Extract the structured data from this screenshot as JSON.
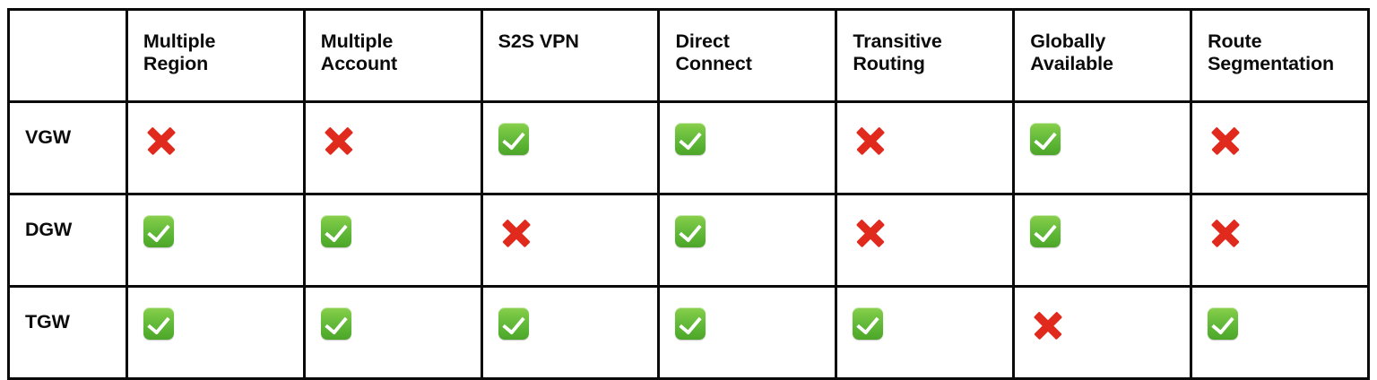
{
  "table": {
    "corner_label": "",
    "columns": [
      {
        "id": "multiple-region",
        "label": "Multiple\nRegion"
      },
      {
        "id": "multiple-account",
        "label": "Multiple\nAccount"
      },
      {
        "id": "s2s-vpn",
        "label": "S2S VPN"
      },
      {
        "id": "direct-connect",
        "label": "Direct\nConnect"
      },
      {
        "id": "transitive-routing",
        "label": "Transitive\nRouting"
      },
      {
        "id": "globally-available",
        "label": "Globally\nAvailable"
      },
      {
        "id": "route-segmentation",
        "label": "Route\nSegmentation"
      }
    ],
    "rows": [
      {
        "id": "vgw",
        "label": "VGW",
        "cells": [
          "no",
          "no",
          "yes",
          "yes",
          "no",
          "yes",
          "no"
        ]
      },
      {
        "id": "dgw",
        "label": "DGW",
        "cells": [
          "yes",
          "yes",
          "no",
          "yes",
          "no",
          "yes",
          "no"
        ]
      },
      {
        "id": "tgw",
        "label": "TGW",
        "cells": [
          "yes",
          "yes",
          "yes",
          "yes",
          "yes",
          "no",
          "yes"
        ]
      }
    ],
    "icons": {
      "yes": {
        "name": "green-check-icon",
        "color": "#63b93a"
      },
      "no": {
        "name": "red-cross-icon",
        "color": "#e02a1d"
      }
    },
    "colors": {
      "border": "#0a0a0a",
      "text": "#0b0b0b",
      "background": "#ffffff"
    }
  }
}
